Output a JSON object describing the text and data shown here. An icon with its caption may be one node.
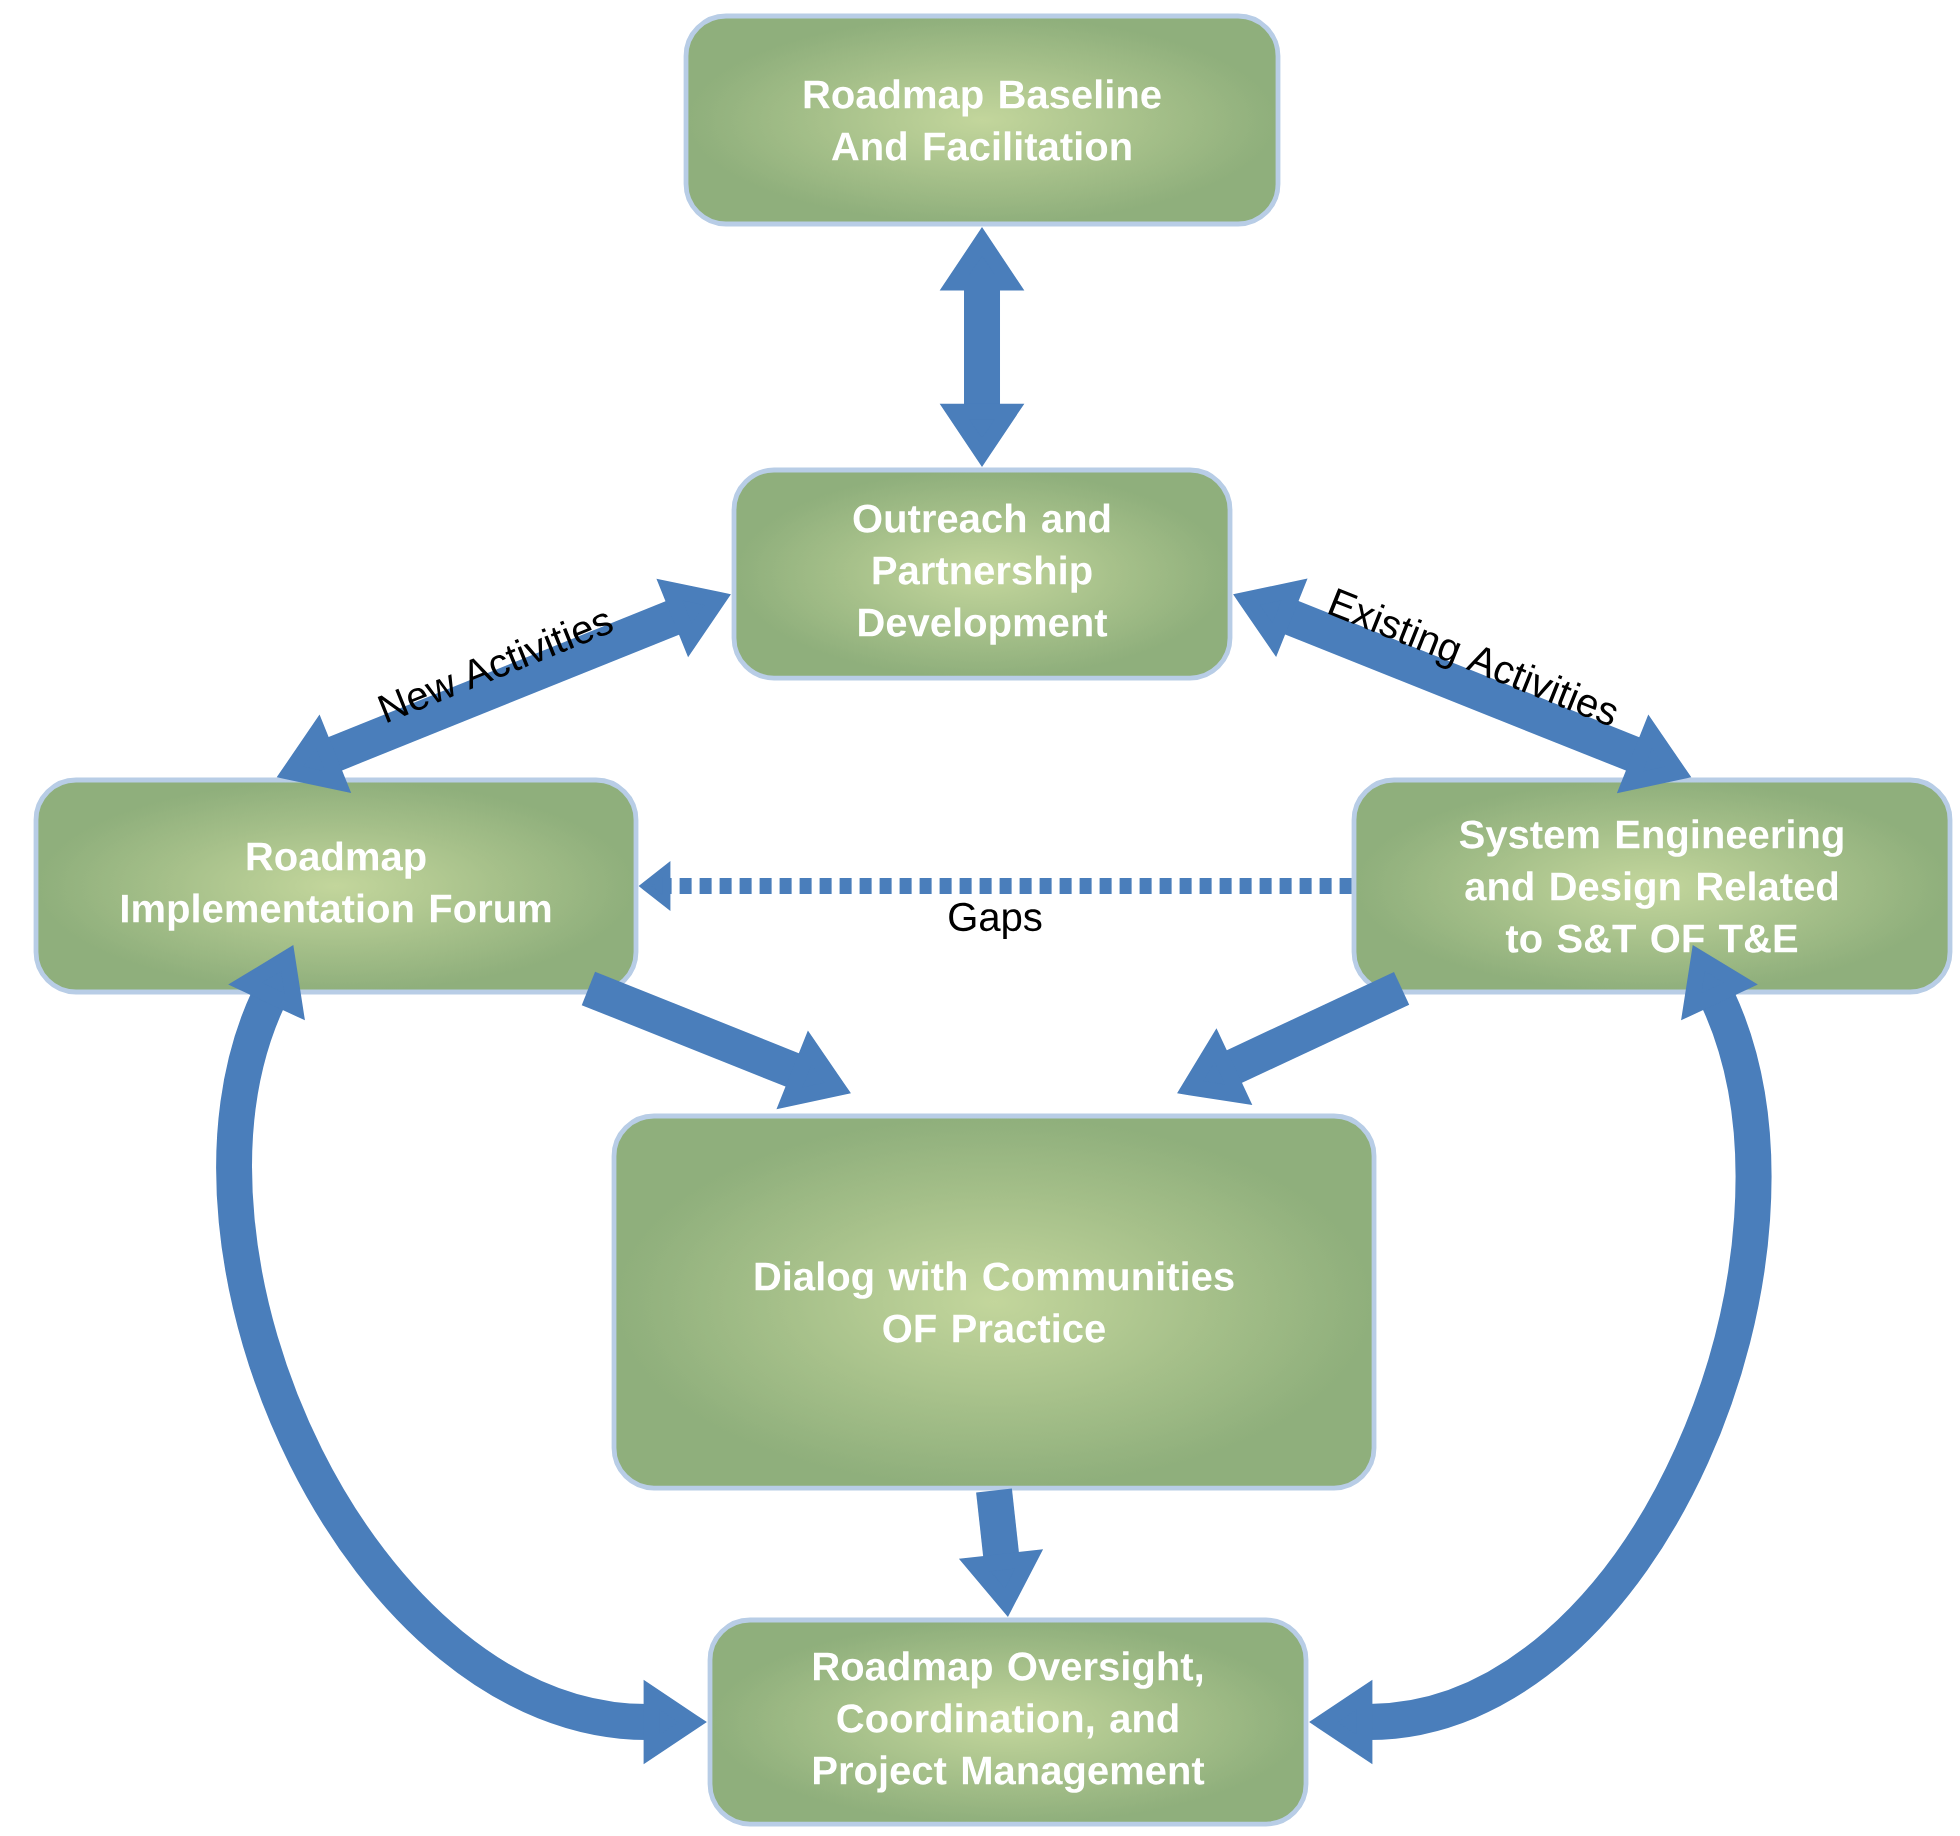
{
  "diagram": {
    "nodes": [
      {
        "text": [
          "Roadmap Baseline And Facilitation"
        ]
      },
      {
        "text": [
          "Outreach and Partnership Development"
        ]
      },
      {
        "text": [
          "Roadmap Implementation Forum"
        ]
      },
      {
        "text": [
          "System Engineering and Design Related to S&T OF T&E"
        ]
      },
      {
        "text": [
          "Dialog with Communities OF Practice"
        ]
      },
      {
        "text": [
          "Roadmap Oversight, Coordination, and Project Management"
        ]
      }
    ],
    "edges": [
      {
        "from": 0,
        "to": 1,
        "arrow": "both"
      },
      {
        "from": 1,
        "to": 2,
        "arrow": "both",
        "label": "New Activities"
      },
      {
        "from": 1,
        "to": 3,
        "arrow": "both",
        "label": "Existing Activities"
      },
      {
        "from": 3,
        "to": 2,
        "arrow": "to",
        "label": "Gaps",
        "style": "dashed"
      },
      {
        "from": 2,
        "to": 4,
        "arrow": "to"
      },
      {
        "from": 3,
        "to": 4,
        "arrow": "to"
      },
      {
        "from": 4,
        "to": 5,
        "arrow": "to"
      },
      {
        "from": 2,
        "to": 5,
        "arrow": "both"
      },
      {
        "from": 3,
        "to": 5,
        "arrow": "both"
      }
    ]
  }
}
